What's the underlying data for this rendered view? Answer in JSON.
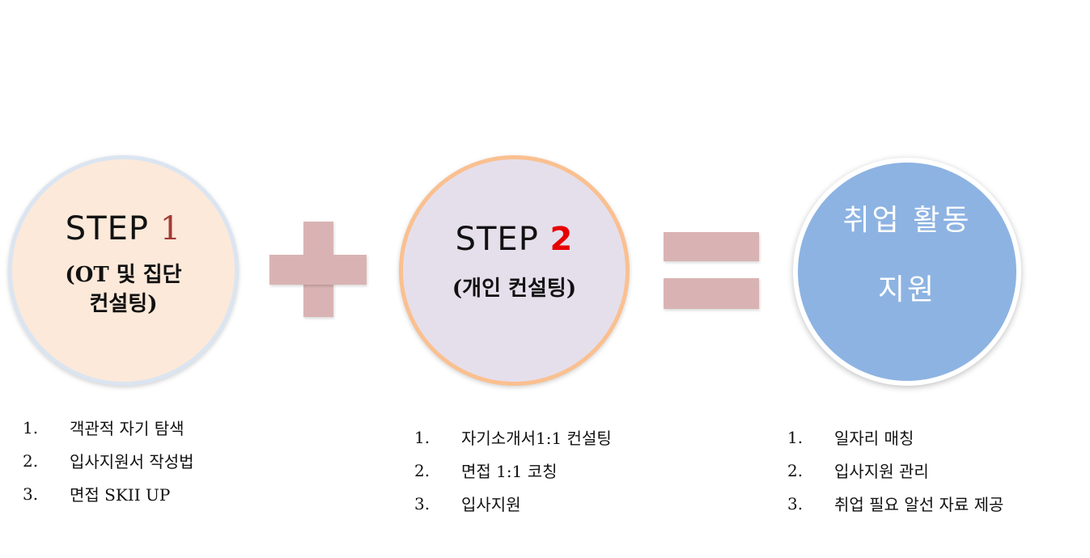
{
  "step1": {
    "step_label": "STEP",
    "step_number": "1",
    "subtitle_line1": "(OT 및 집단",
    "subtitle_line2": "컨설팅)",
    "items": [
      {
        "num": "1.",
        "text": "객관적 자기 탐색"
      },
      {
        "num": "2.",
        "text": "입사지원서 작성법"
      },
      {
        "num": "3.",
        "text": "면접 SKII UP"
      }
    ]
  },
  "step2": {
    "step_label": "STEP",
    "step_number": "2",
    "subtitle": "(개인 컨설팅)",
    "items": [
      {
        "num": "1.",
        "text": "자기소개서1:1 컨설팅"
      },
      {
        "num": "2.",
        "text": "면접 1:1 코칭"
      },
      {
        "num": "3.",
        "text": "입사지원"
      }
    ]
  },
  "result": {
    "line1": "취업 활동",
    "line2": "지원",
    "items": [
      {
        "num": "1.",
        "text": "일자리 매칭"
      },
      {
        "num": "2.",
        "text": "입사지원 관리"
      },
      {
        "num": "3.",
        "text": "취업 필요 알선 자료 제공"
      }
    ]
  },
  "colors": {
    "step1_fill": "#fde9d9",
    "step2_fill": "#e5dfec",
    "result_fill": "#8db3e2",
    "operator": "#d9b3b3",
    "step1_number": "#a33a36",
    "step2_number": "#e60000"
  },
  "operators": [
    "plus-sign",
    "equals-sign"
  ]
}
